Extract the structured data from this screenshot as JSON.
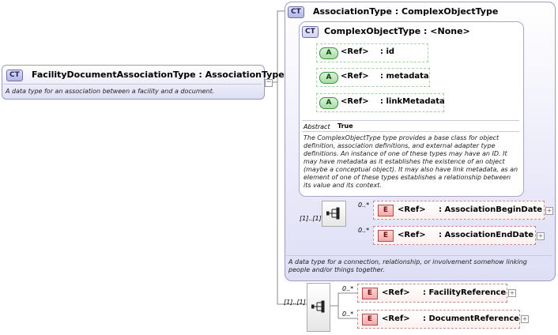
{
  "root": {
    "badge": "CT",
    "title": "FacilityDocumentAssociationType : AssociationType",
    "description": "A data type for an association between a facility and a document."
  },
  "association": {
    "badge": "CT",
    "title": "AssociationType : ComplexObjectType",
    "description": "A data type for a connection, relationship, or involvement somehow linking people and/or things together.",
    "sequence_occurrence": "[1]..[1]",
    "elements": [
      {
        "badge": "E",
        "ref": "<Ref>",
        "name": ": AssociationBeginDate",
        "occurrence": "0..*"
      },
      {
        "badge": "E",
        "ref": "<Ref>",
        "name": ": AssociationEndDate",
        "occurrence": "0..*"
      }
    ]
  },
  "complex_object": {
    "badge": "CT",
    "title": "ComplexObjectType : <None>",
    "attributes": [
      {
        "badge": "A",
        "ref": "<Ref>",
        "name": ": id"
      },
      {
        "badge": "A",
        "ref": "<Ref>",
        "name": ": metadata"
      },
      {
        "badge": "A",
        "ref": "<Ref>",
        "name": ": linkMetadata"
      }
    ],
    "abstract_label": "Abstract",
    "abstract_value": "True",
    "description": "The ComplexObjectType type provides a base class for object definition, association definitions, and external adapter type definitions. An instance of one of these types may have an ID. It may have metadata as it establishes the existence of an object (maybe a conceptual object). It may also have link metadata, as an element of one of these types establishes a relationship between its value and its context."
  },
  "root_sequence": {
    "occurrence": "[1]..[1]",
    "elements": [
      {
        "badge": "E",
        "ref": "<Ref>",
        "name": ": FacilityReference",
        "occurrence": "0..*"
      },
      {
        "badge": "E",
        "ref": "<Ref>",
        "name": ": DocumentReference",
        "occurrence": "0..*"
      }
    ]
  }
}
